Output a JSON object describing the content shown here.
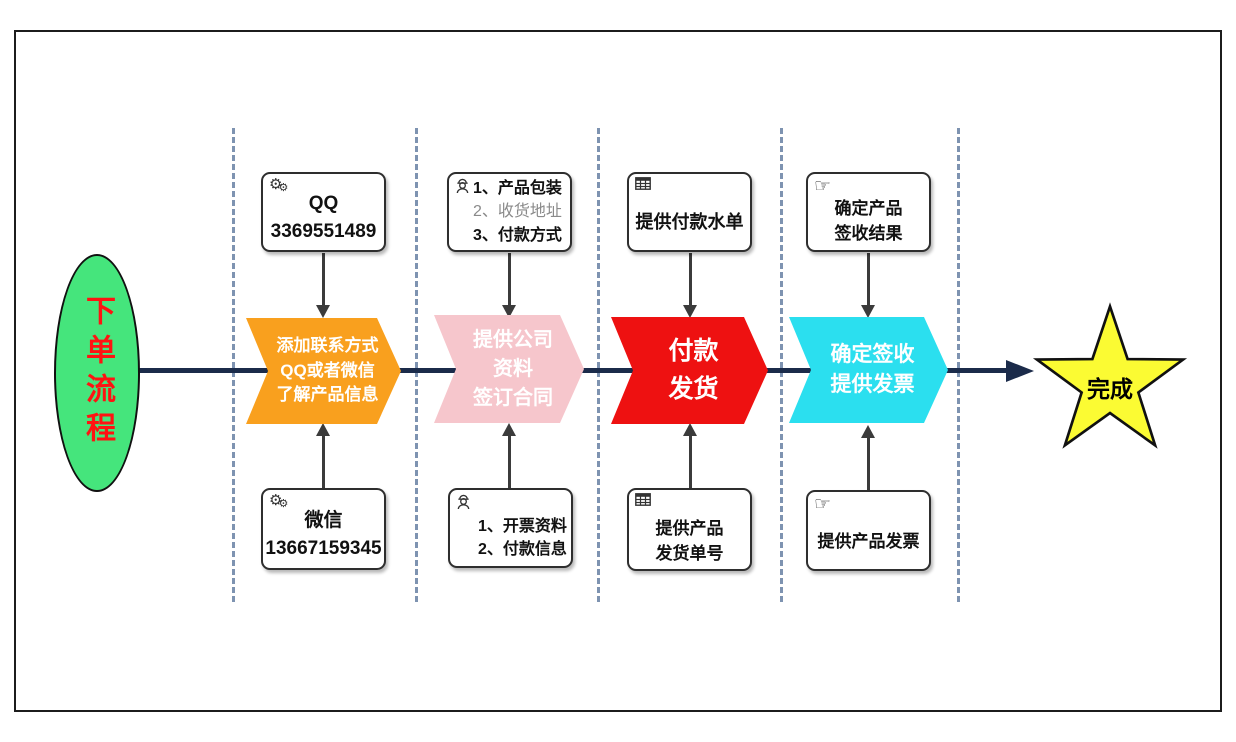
{
  "diagram": {
    "start_label": "下单流程",
    "end_label": "完成",
    "colors": {
      "start_fill": "#45E57C",
      "start_text": "#FF1312",
      "stage1_fill": "#F9A01E",
      "stage2_fill": "#F6C6CC",
      "stage3_fill": "#EE1111",
      "stage4_fill": "#2BDFEF",
      "star_fill": "#FBFB33",
      "flow_line": "#1B2B4A",
      "divider": "#7E93B1",
      "box_border": "#2E2E2E"
    },
    "stages": [
      {
        "chevron_lines": [
          "添加联系方式",
          "QQ或者微信",
          "了解产品信息"
        ],
        "top_box": {
          "icon": "gears-icon",
          "lines": [
            "QQ",
            "3369551489"
          ]
        },
        "bottom_box": {
          "icon": "gears-icon",
          "lines": [
            "微信",
            "13667159345"
          ]
        }
      },
      {
        "chevron_lines": [
          "提供公司",
          "资料",
          "签订合同"
        ],
        "top_box": {
          "icon": "worker-icon",
          "lines": [
            "1、产品包装",
            "2、收货地址",
            "3、付款方式"
          ]
        },
        "bottom_box": {
          "icon": "worker-icon",
          "lines": [
            "1、开票资料",
            "2、付款信息"
          ]
        }
      },
      {
        "chevron_lines": [
          "付款",
          "发货"
        ],
        "top_box": {
          "icon": "table-icon",
          "lines": [
            "提供付款水单"
          ]
        },
        "bottom_box": {
          "icon": "table-icon",
          "lines": [
            "提供产品",
            "发货单号"
          ]
        }
      },
      {
        "chevron_lines": [
          "确定签收",
          "提供发票"
        ],
        "top_box": {
          "icon": "pointing-hand-icon",
          "lines": [
            "确定产品",
            "签收结果"
          ]
        },
        "bottom_box": {
          "icon": "pointing-hand-icon",
          "lines": [
            "提供产品发票"
          ]
        }
      }
    ]
  }
}
